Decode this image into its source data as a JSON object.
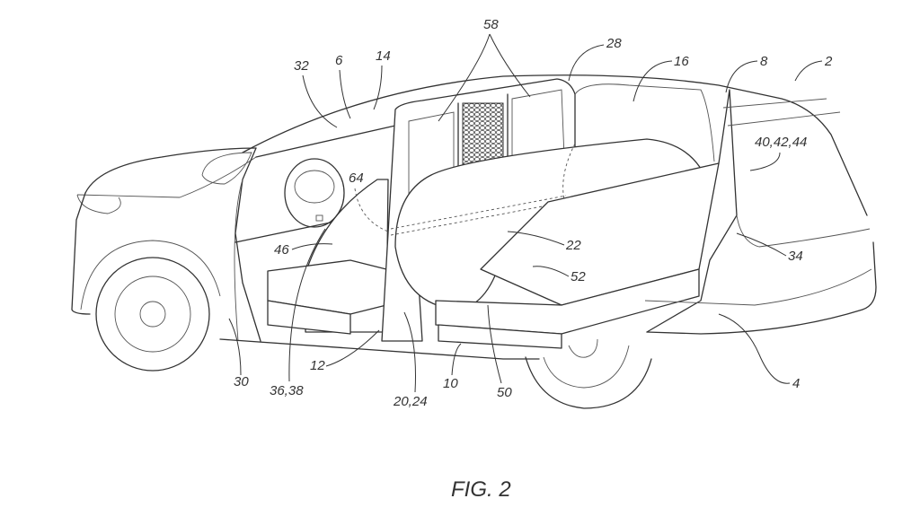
{
  "figure": {
    "caption": "FIG. 2",
    "subject": "vehicle with open side doors showing airbag deployed from pillar-less door",
    "reference_numerals": {
      "vehicle": "2",
      "body_rear": "4",
      "roof_front": "6",
      "roof_rear": "8",
      "floor": "10",
      "sill": "12",
      "front_cabin": "14",
      "rear_cabin": "16",
      "door_pillar": "20,24",
      "airbag": "22",
      "rear_door": "28",
      "front_opening": "30",
      "roof_edge": "32",
      "rear_door_panel": "34",
      "front_seat": "36,38",
      "rear_seats": "40,42,44",
      "front_seat_back": "46",
      "rear_seat_base": "50",
      "rear_seat_back": "52",
      "windows": "58",
      "inflator": "64"
    }
  }
}
